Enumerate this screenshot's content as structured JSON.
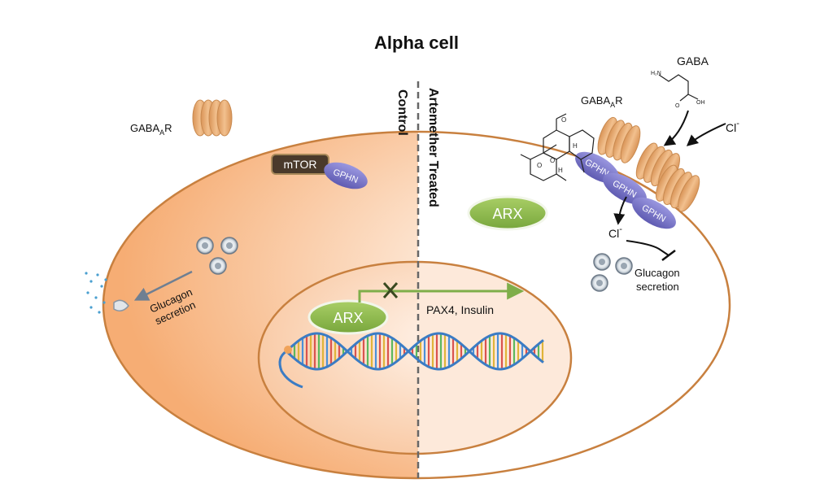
{
  "title": "Alpha cell",
  "side_labels": {
    "control": "Control",
    "treated": "Artemether Treated"
  },
  "receptor": {
    "prefix": "GABA",
    "subscript": "A",
    "suffix": "R"
  },
  "gaba_label": "GABA",
  "chloride": {
    "symbol": "Cl",
    "charge": "-"
  },
  "proteins": {
    "mtor": "mTOR",
    "gphn": "GPHN",
    "arx": "ARX"
  },
  "targets_label": "PAX4, Insulin",
  "glucagon_secretion": {
    "line1": "Glucagon",
    "line2": "secretion"
  },
  "colors": {
    "cell_orange": "#f7b582",
    "membrane": "#c8803f",
    "arx_green": "#8cb84a",
    "gphn_purple": "#7b77c8",
    "receptor_tan": "#e3a66b",
    "arrow_green": "#7fae4a",
    "dna_blue": "#3b7cc4"
  }
}
